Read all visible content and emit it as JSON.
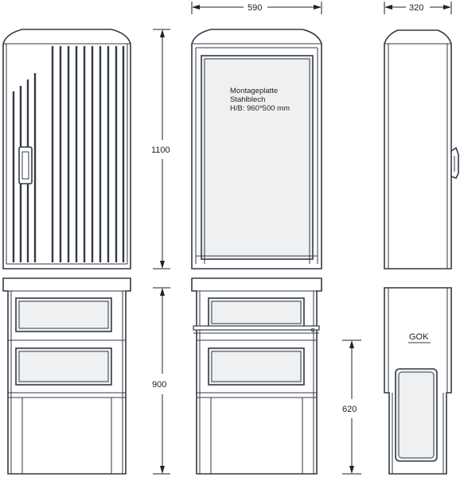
{
  "dimensions": {
    "width_top": "590",
    "depth_top": "320",
    "height_upper": "1100",
    "height_lower": "900",
    "height_base": "620"
  },
  "mounting_plate": {
    "line1": "Montageplatte",
    "line2": "Stahlblech",
    "line3": "H/B: 960*500 mm"
  },
  "ground_label": "GOK",
  "colors": {
    "line": "#333a44",
    "panel_fill": "#eef0f2"
  }
}
